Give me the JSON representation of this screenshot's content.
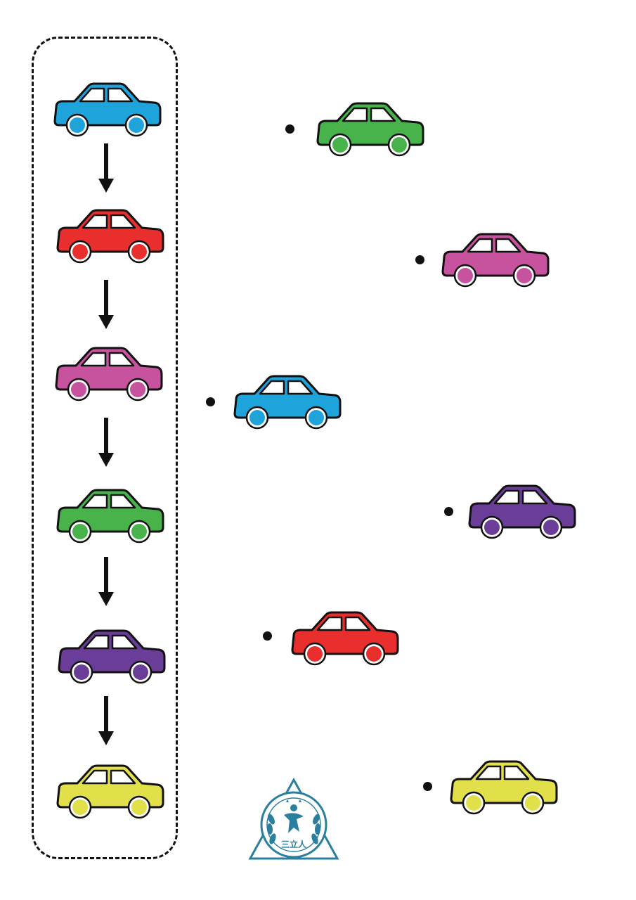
{
  "worksheet": {
    "sequence_cars": [
      {
        "color_name": "blue",
        "color": "#1ea4da"
      },
      {
        "color_name": "red",
        "color": "#e82f2e"
      },
      {
        "color_name": "pink",
        "color": "#c7529e"
      },
      {
        "color_name": "green",
        "color": "#48b34b"
      },
      {
        "color_name": "purple",
        "color": "#6a3d98"
      },
      {
        "color_name": "yellow",
        "color": "#e2e04a"
      }
    ],
    "answer_cars": [
      {
        "color_name": "green",
        "color": "#48b34b"
      },
      {
        "color_name": "pink",
        "color": "#c7529e"
      },
      {
        "color_name": "blue",
        "color": "#1ea4da"
      },
      {
        "color_name": "purple",
        "color": "#6a3d98"
      },
      {
        "color_name": "red",
        "color": "#e82f2e"
      },
      {
        "color_name": "yellow",
        "color": "#e2e04a"
      }
    ],
    "arrow_icon": "down-arrow-icon",
    "dot_icon": "matching-dot-icon"
  },
  "logo": {
    "text": "三立人",
    "color": "#2a7f9e"
  }
}
